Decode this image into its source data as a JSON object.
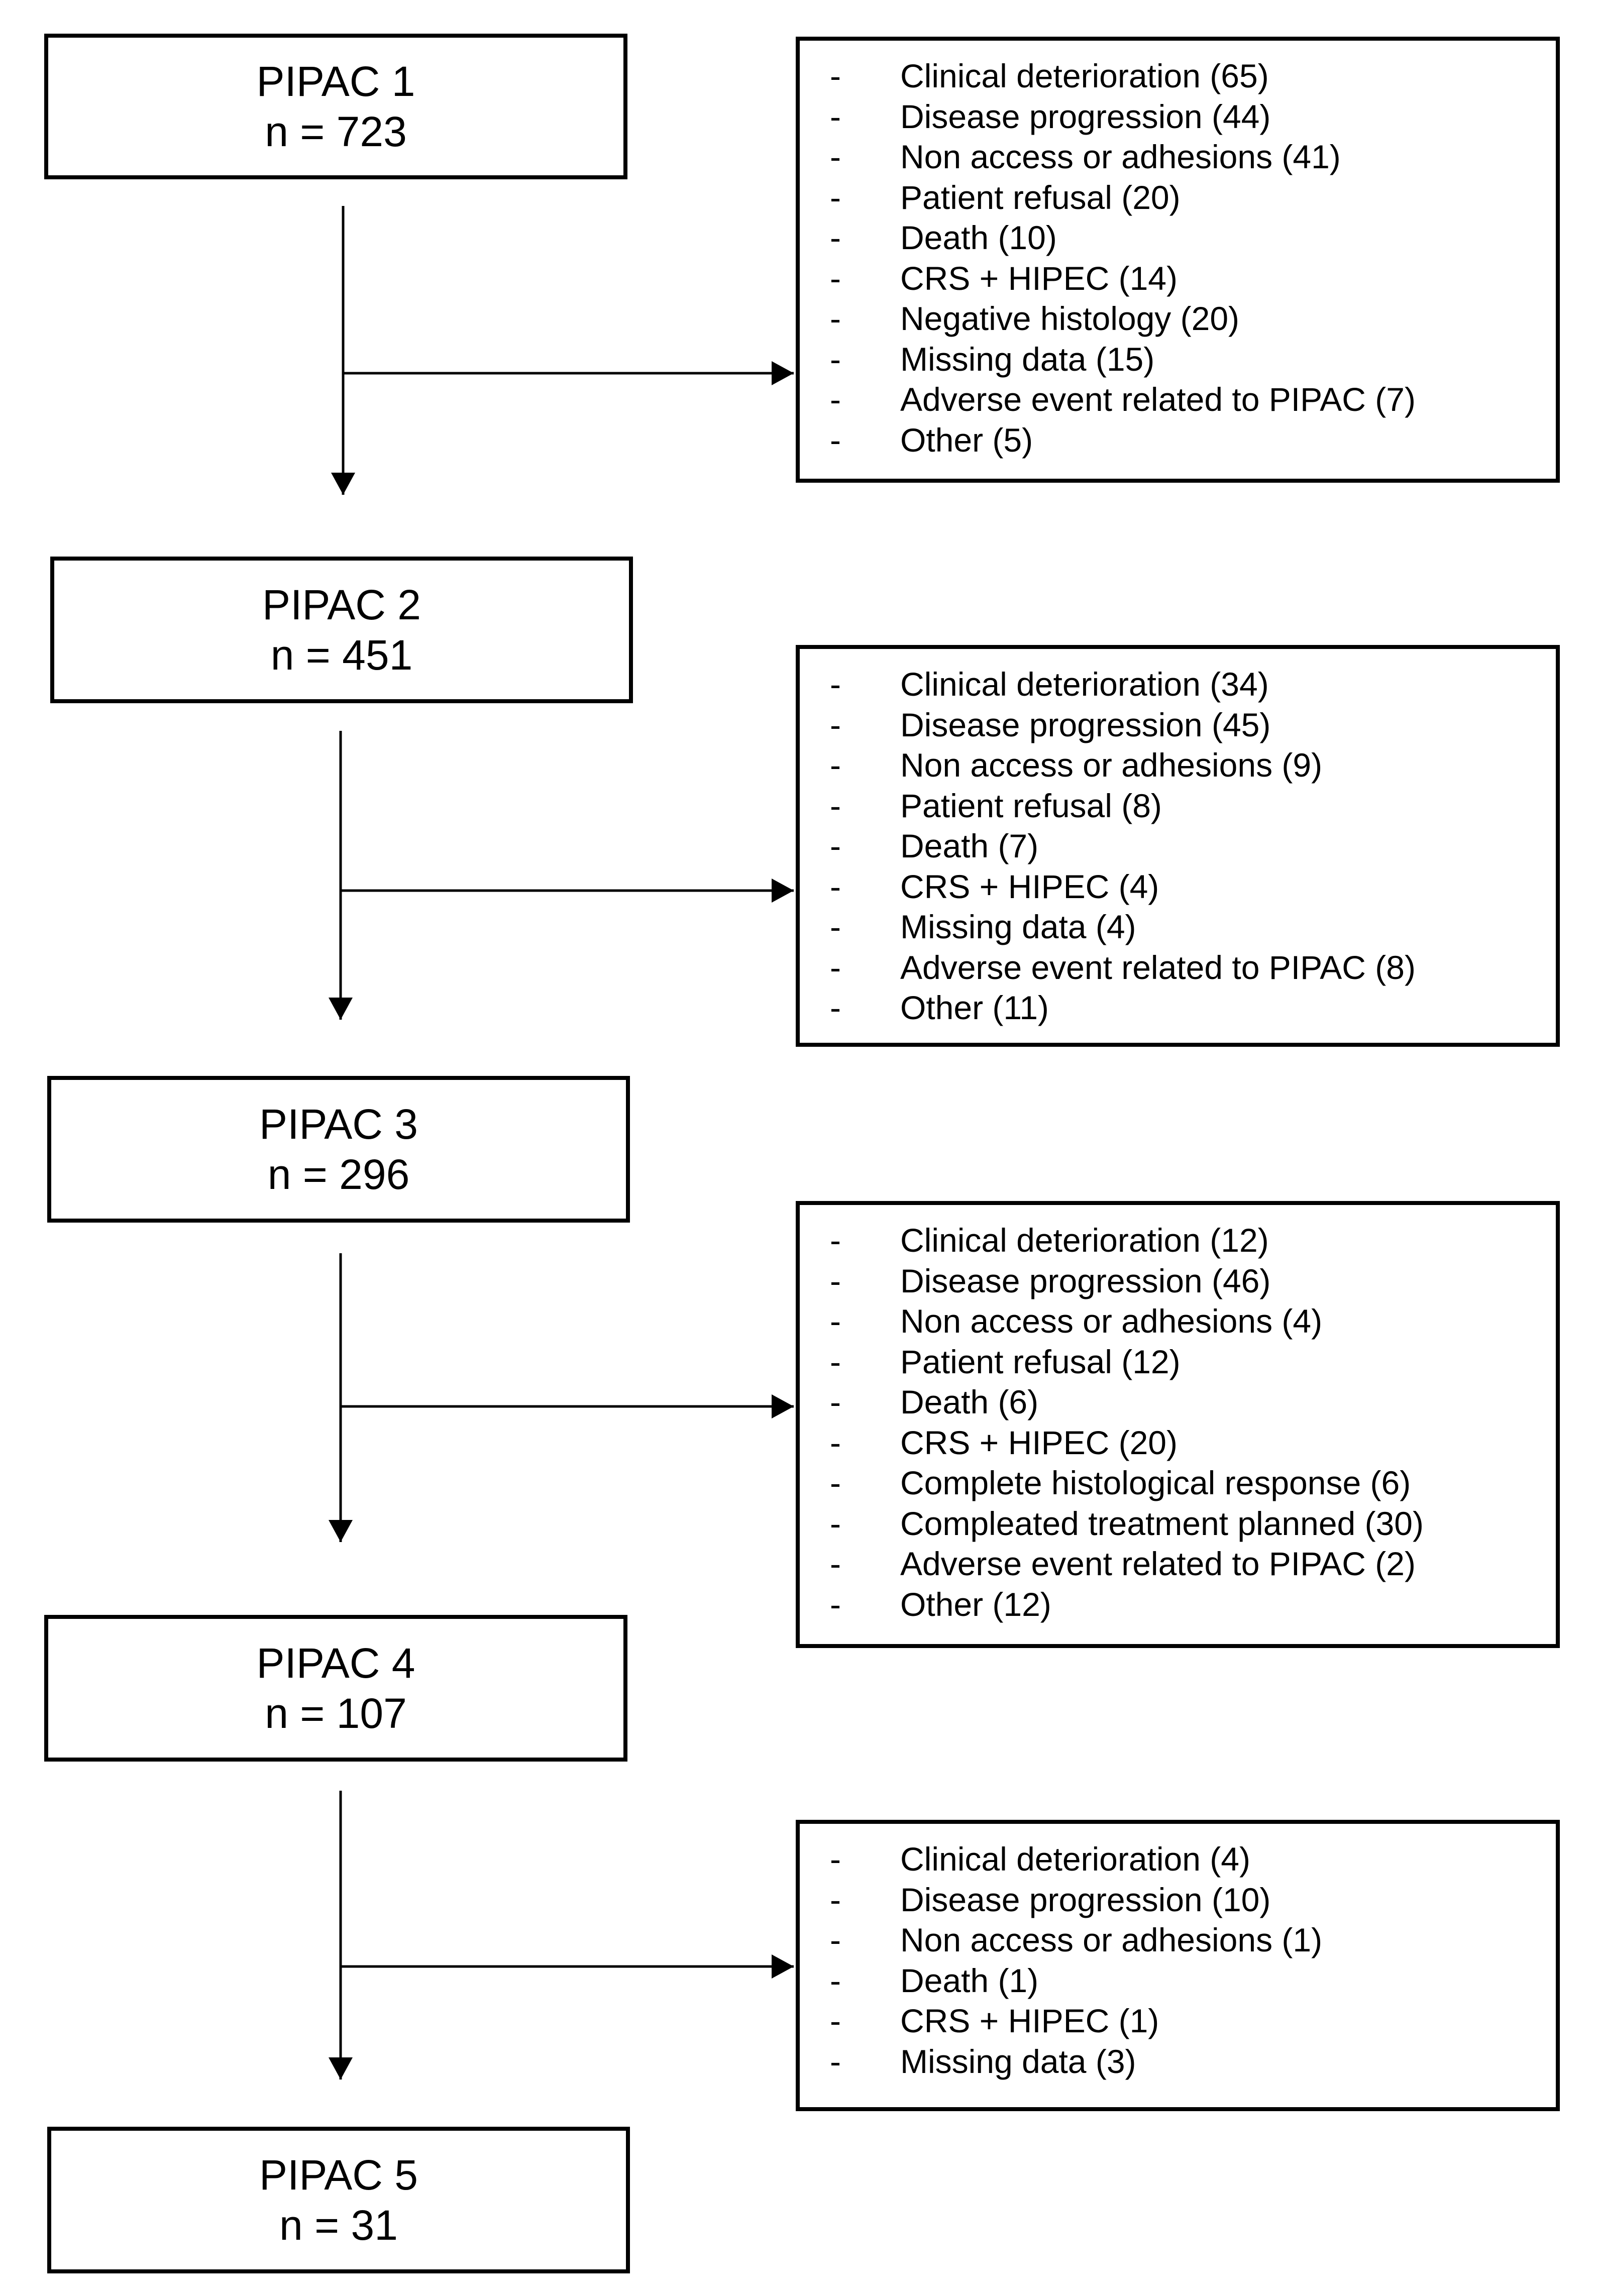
{
  "diagram": {
    "stages": [
      {
        "title": "PIPAC 1",
        "n": "n = 723"
      },
      {
        "title": "PIPAC 2",
        "n": "n = 451"
      },
      {
        "title": "PIPAC 3",
        "n": "n = 296"
      },
      {
        "title": "PIPAC 4",
        "n": "n = 107"
      },
      {
        "title": "PIPAC 5",
        "n": "n = 31"
      }
    ],
    "exclusions": [
      {
        "items": [
          "Clinical deterioration (65)",
          "Disease progression (44)",
          "Non access or adhesions (41)",
          "Patient refusal (20)",
          "Death (10)",
          "CRS + HIPEC (14)",
          "Negative histology (20)",
          "Missing data (15)",
          "Adverse event related to PIPAC (7)",
          "Other (5)"
        ]
      },
      {
        "items": [
          "Clinical deterioration (34)",
          "Disease progression (45)",
          "Non access or adhesions (9)",
          "Patient refusal (8)",
          "Death (7)",
          "CRS + HIPEC (4)",
          "Missing data (4)",
          "Adverse event related to PIPAC (8)",
          "Other (11)"
        ]
      },
      {
        "items": [
          "Clinical deterioration (12)",
          "Disease progression (46)",
          "Non access or adhesions (4)",
          "Patient refusal (12)",
          "Death (6)",
          "CRS + HIPEC (20)",
          "Complete histological response (6)",
          "Compleated treatment planned (30)",
          "Adverse event related to PIPAC (2)",
          "Other (12)"
        ]
      },
      {
        "items": [
          "Clinical deterioration (4)",
          "Disease progression (10)",
          "Non access or adhesions (1)",
          "Death (1)",
          "CRS + HIPEC (1)",
          "Missing data (3)"
        ]
      }
    ],
    "bullet": "-"
  },
  "colors": {
    "line": "#000000",
    "background": "#ffffff"
  }
}
